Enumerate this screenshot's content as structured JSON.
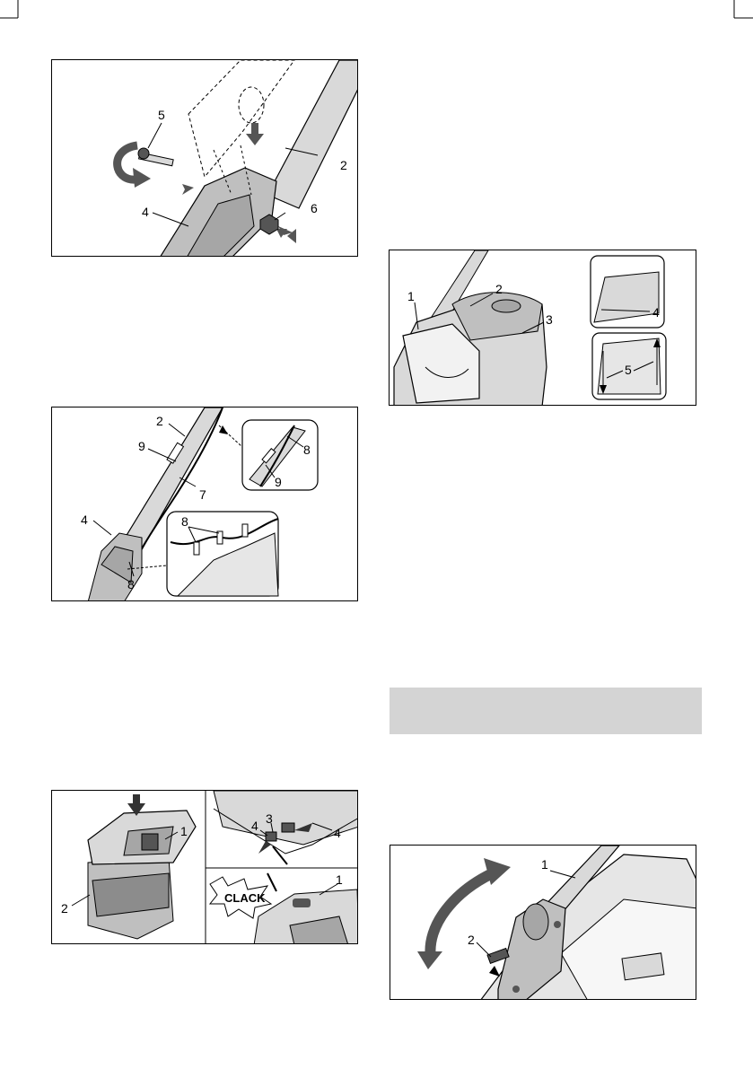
{
  "page": {
    "background": "#ffffff",
    "line_color": "#000000",
    "part_fill": "#d9d9d9",
    "shade_fill": "#a6a6a6",
    "highlight_bar": "#d4d4d4"
  },
  "fig1": {
    "labels": {
      "l5": "5",
      "l2": "2",
      "l4": "4",
      "l6": "6"
    }
  },
  "fig2": {
    "labels": {
      "l2": "2",
      "l9a": "9",
      "l7": "7",
      "l4": "4",
      "l8a": "8",
      "l8b": "8",
      "l9b": "9",
      "l8c": "8"
    }
  },
  "fig3": {
    "labels": {
      "l1": "1",
      "l2": "2",
      "l3": "3",
      "l4": "4",
      "l5": "5"
    }
  },
  "fig4": {
    "labels": {
      "l1a": "1",
      "l2": "2",
      "l4a": "4",
      "l3": "3",
      "l4b": "4",
      "l1b": "1"
    },
    "callout": "CLACK"
  },
  "fig5": {
    "labels": {
      "l1": "1",
      "l2": "2"
    }
  }
}
